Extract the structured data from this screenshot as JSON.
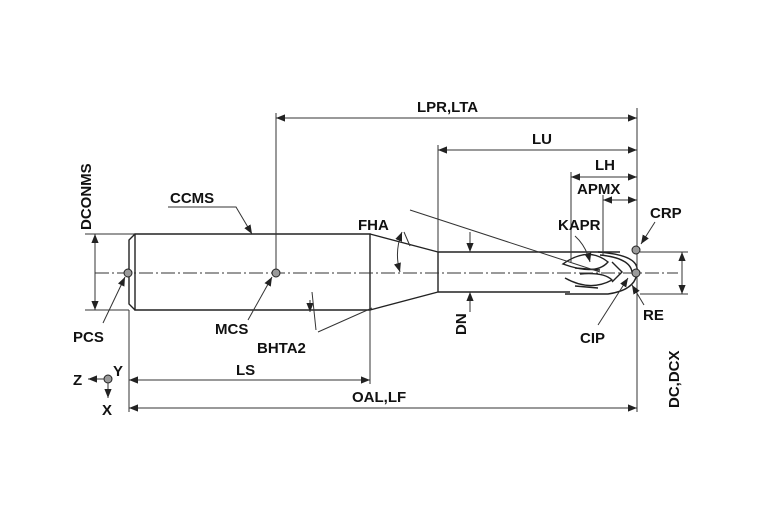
{
  "labels": {
    "lpr_lta": "LPR,LTA",
    "lu": "LU",
    "lh": "LH",
    "apmx": "APMX",
    "kapr": "KAPR",
    "crp": "CRP",
    "dconms": "DCONMS",
    "ccms": "CCMS",
    "fha": "FHA",
    "pcs": "PCS",
    "mcs": "MCS",
    "bhta2": "BHTA2",
    "dn": "DN",
    "cip": "CIP",
    "re": "RE",
    "dc_dcx": "DC,DCX",
    "ls": "LS",
    "oal_lf": "OAL,LF"
  },
  "axes": {
    "z": "Z",
    "y": "Y",
    "x": "X"
  }
}
